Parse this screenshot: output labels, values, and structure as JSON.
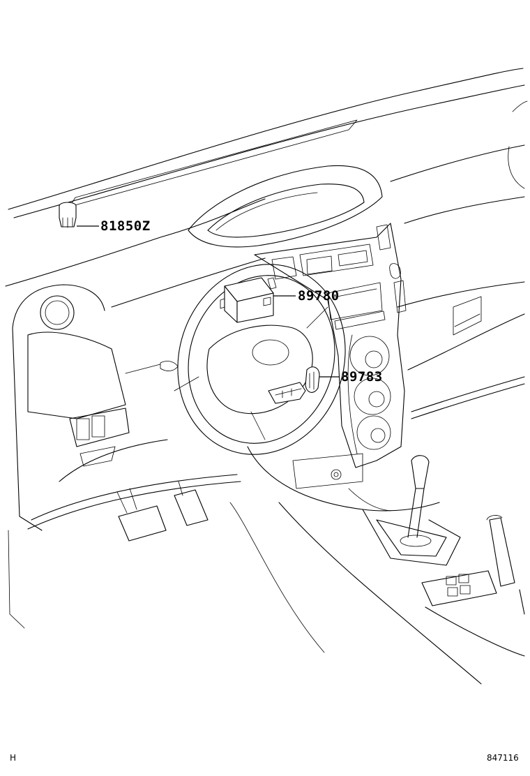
{
  "callouts": {
    "part_81850z": "81850Z",
    "part_89780": "89780",
    "part_89783": "89783"
  },
  "footer": {
    "left_code": "H",
    "figure_number": "847116"
  }
}
